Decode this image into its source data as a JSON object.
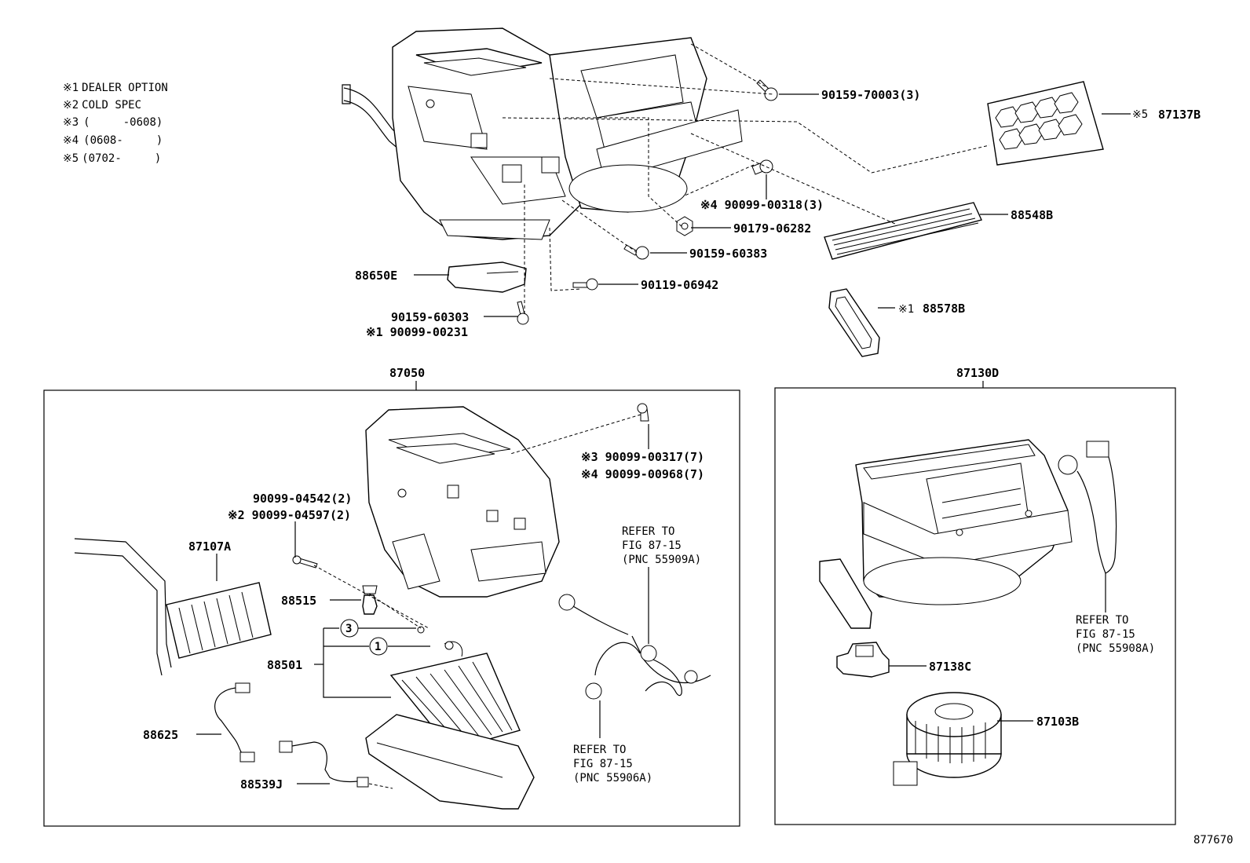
{
  "notes": [
    {
      "mark": "※1",
      "text": "DEALER OPTION"
    },
    {
      "mark": "※2",
      "text": "COLD SPEC"
    },
    {
      "mark": "※3",
      "text": "(     -0608)"
    },
    {
      "mark": "※4",
      "text": "(0608-     )"
    },
    {
      "mark": "※5",
      "text": "(0702-     )"
    }
  ],
  "labels": {
    "p90159_70003": "90159-70003(3)",
    "p87137B": "87137B",
    "m87137B": "※5",
    "p90099_00318": "※4 90099-00318(3)",
    "p90179_06282": "90179-06282",
    "p88548B": "88548B",
    "p90159_60383": "90159-60383",
    "p88650E": "88650E",
    "p90119_06942": "90119-06942",
    "p90159_60303": "90159-60303",
    "p90099_00231": "※1 90099-00231",
    "p88578B": "88578B",
    "m88578B": "※1",
    "p87050": "87050",
    "p87130D": "87130D",
    "p90099_00317": "※3 90099-00317(7)",
    "p90099_00968": "※4 90099-00968(7)",
    "p90099_04542": "90099-04542(2)",
    "p90099_04597": "※2 90099-04597(2)",
    "p87107A": "87107A",
    "p88515": "88515",
    "p88501": "88501",
    "circle3": "3",
    "circle1": "1",
    "p88625": "88625",
    "p88539J": "88539J",
    "p87138C": "87138C",
    "p87103B": "87103B",
    "ref1_l1": "REFER TO",
    "ref1_l2": "FIG 87-15",
    "ref1_l3": "(PNC 55909A)",
    "ref2_l1": "REFER TO",
    "ref2_l2": "FIG 87-15",
    "ref2_l3": "(PNC 55906A)",
    "ref3_l1": "REFER TO",
    "ref3_l2": "FIG 87-15",
    "ref3_l3": "(PNC 55908A)",
    "figure_no": "877670"
  }
}
